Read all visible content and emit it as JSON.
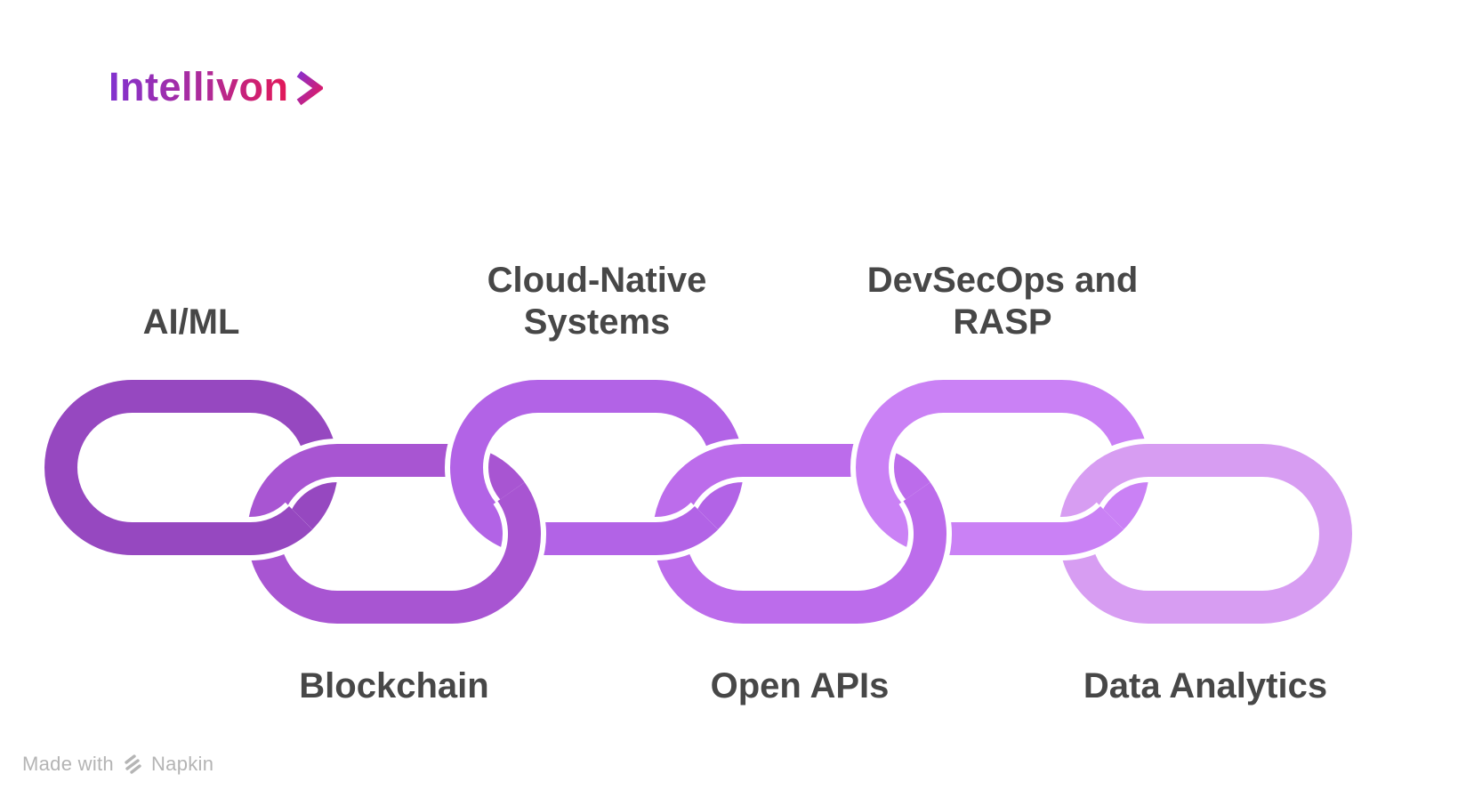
{
  "logo": {
    "text": "Intellivon",
    "chevron_icon": "right-chevron",
    "gradient_start": "#8132cf",
    "gradient_end": "#e31857"
  },
  "diagram": {
    "type": "chain-links",
    "links": [
      {
        "label": "AI/ML",
        "position": "top",
        "color": "#9648c0"
      },
      {
        "label": "Blockchain",
        "position": "bottom",
        "color": "#a855d2"
      },
      {
        "label": "Cloud-Native\nSystems",
        "position": "top",
        "color": "#b263e6"
      },
      {
        "label": "Open APIs",
        "position": "bottom",
        "color": "#bc6ceb"
      },
      {
        "label": "DevSecOps and\nRASP",
        "position": "top",
        "color": "#ca81f5"
      },
      {
        "label": "Data Analytics",
        "position": "bottom",
        "color": "#d79df2"
      }
    ],
    "label_color": "#474747",
    "background": "#ffffff"
  },
  "footer": {
    "made_with": "Made with",
    "brand": "Napkin",
    "icon": "napkin-logo",
    "text_color": "#b4b4b4"
  }
}
